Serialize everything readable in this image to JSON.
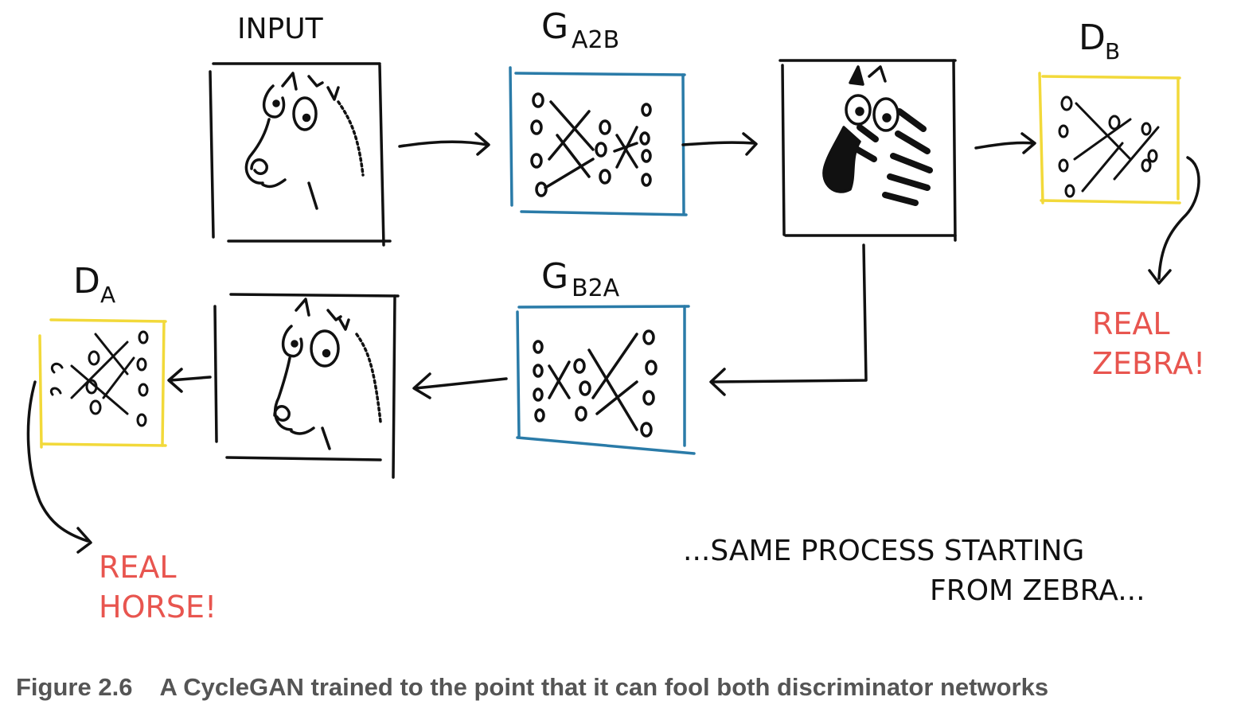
{
  "labels": {
    "input": "INPUT",
    "g_a2b": {
      "main": "G",
      "sub": "A2B"
    },
    "d_b": {
      "main": "D",
      "sub": "B"
    },
    "g_b2a": {
      "main": "G",
      "sub": "B2A"
    },
    "d_a": {
      "main": "D",
      "sub": "A"
    }
  },
  "results": {
    "real_zebra": [
      "REAL",
      "ZEBRA!"
    ],
    "real_horse": [
      "REAL",
      "HORSE!"
    ]
  },
  "note": [
    "...SAME PROCESS STARTING",
    "FROM ZEBRA..."
  ],
  "caption": {
    "number": "Figure 2.6",
    "text": "A CycleGAN trained to the point that it can fool both discriminator networks"
  },
  "colors": {
    "ink": "#111111",
    "generator_frame": "#2a7ba8",
    "discriminator_frame": "#f2d93a",
    "highlight_text": "#e8554f",
    "caption_text": "#555555"
  }
}
